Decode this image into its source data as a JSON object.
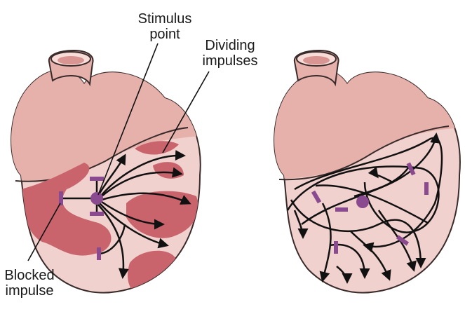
{
  "labels": {
    "stimulus_point": [
      "Stimulus",
      "point"
    ],
    "dividing_impulses": [
      "Dividing",
      "impulses"
    ],
    "blocked_impulse": [
      "Blocked",
      "impulse"
    ]
  },
  "colors": {
    "heart_fill": "#f1d1cd",
    "heart_upper": "#e3a9a4",
    "heart_stroke": "#3a2b2b",
    "scar_tissue": "#c9636c",
    "pathway_lines": "#111111",
    "block_marker": "#8a4a8f",
    "label_text": "#1a1a1a"
  }
}
